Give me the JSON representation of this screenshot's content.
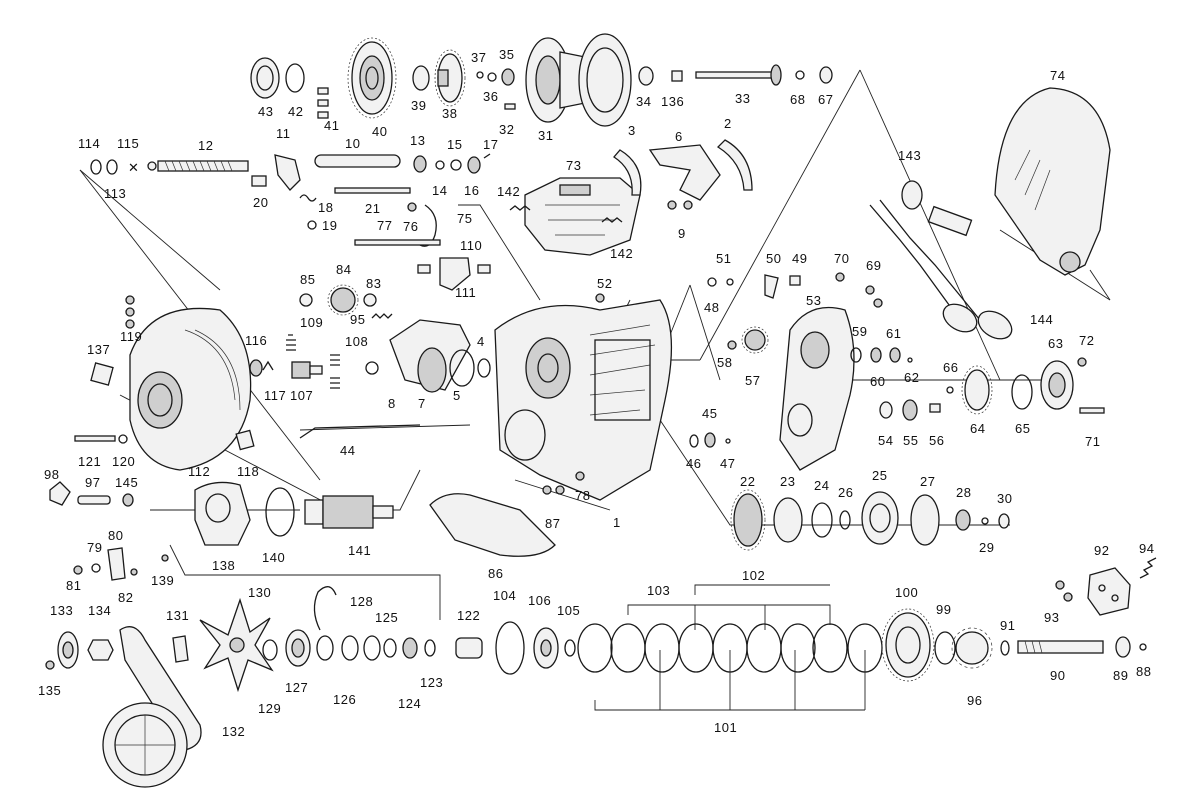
{
  "callouts": [
    "1",
    "2",
    "3",
    "4",
    "5",
    "6",
    "7",
    "8",
    "9",
    "10",
    "11",
    "12",
    "13",
    "14",
    "15",
    "16",
    "17",
    "18",
    "19",
    "20",
    "21",
    "22",
    "23",
    "24",
    "25",
    "26",
    "27",
    "28",
    "29",
    "30",
    "31",
    "32",
    "33",
    "34",
    "35",
    "36",
    "37",
    "38",
    "39",
    "40",
    "41",
    "42",
    "43",
    "44",
    "45",
    "46",
    "47",
    "48",
    "49",
    "50",
    "51",
    "52",
    "53",
    "54",
    "55",
    "56",
    "57",
    "58",
    "59",
    "60",
    "61",
    "62",
    "63",
    "64",
    "65",
    "66",
    "67",
    "68",
    "69",
    "70",
    "71",
    "72",
    "73",
    "74",
    "75",
    "76",
    "77",
    "78",
    "79",
    "80",
    "81",
    "82",
    "83",
    "84",
    "85",
    "86",
    "87",
    "88",
    "89",
    "90",
    "91",
    "92",
    "93",
    "94",
    "95",
    "96",
    "97",
    "98",
    "99",
    "100",
    "101",
    "102",
    "103",
    "104",
    "105",
    "106",
    "107",
    "108",
    "109",
    "110",
    "111",
    "112",
    "113",
    "114",
    "115",
    "116",
    "117",
    "118",
    "119",
    "120",
    "121",
    "122",
    "123",
    "124",
    "125",
    "126",
    "127",
    "128",
    "129",
    "130",
    "131",
    "132",
    "133",
    "134",
    "135",
    "136",
    "137",
    "138",
    "139",
    "140",
    "141",
    "142",
    "143",
    "144",
    "145"
  ]
}
